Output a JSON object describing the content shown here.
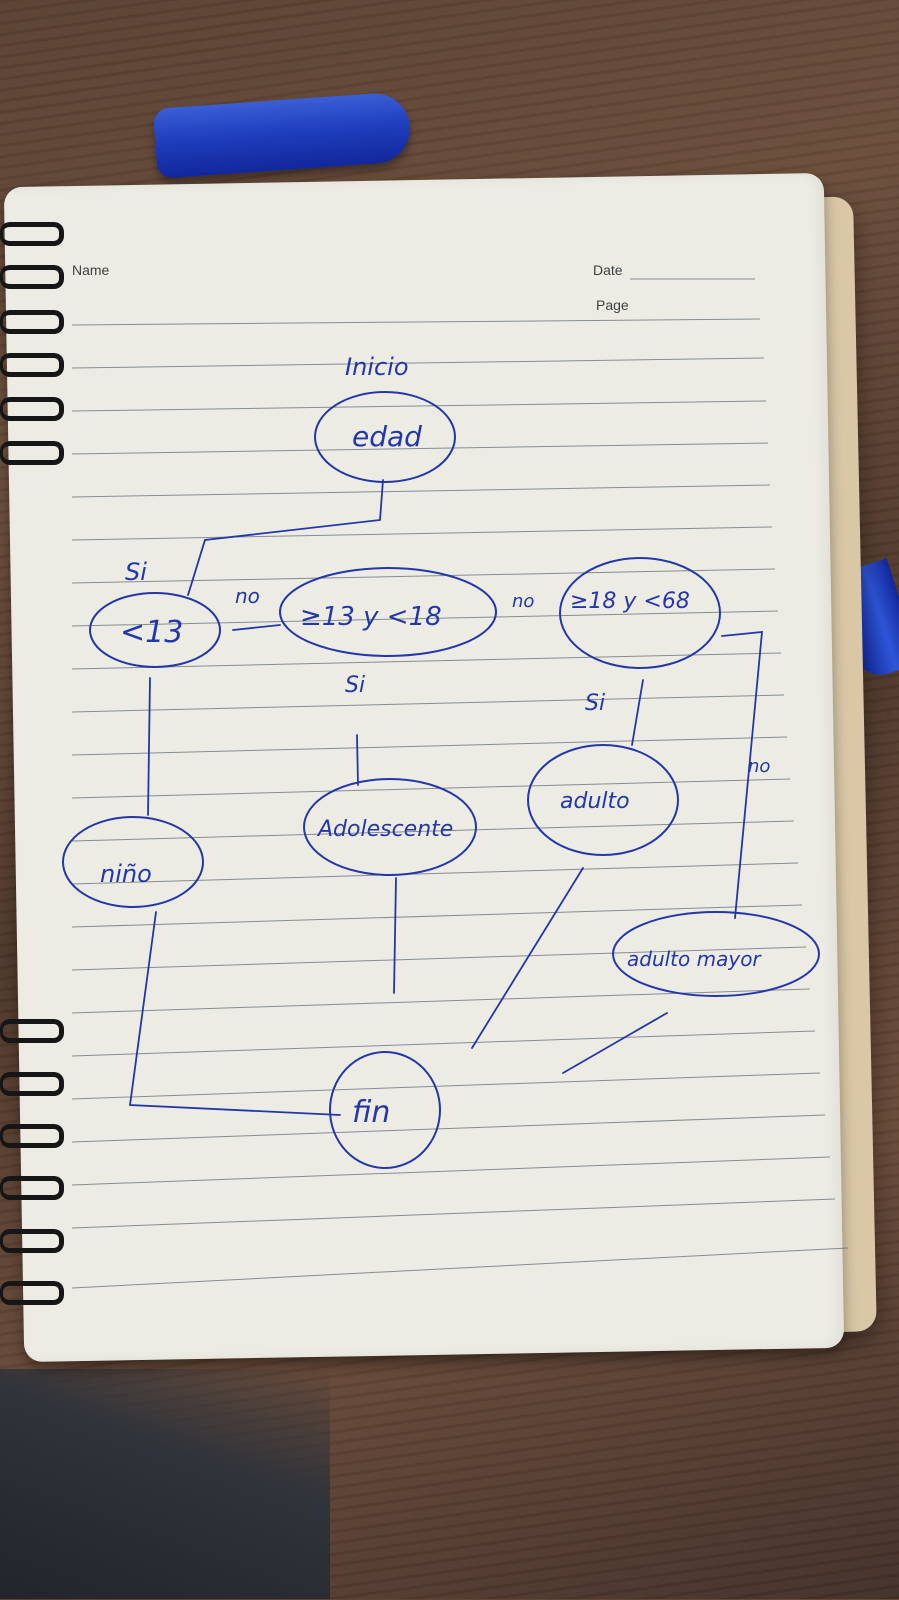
{
  "page_header": {
    "name_label": "Name",
    "date_label": "Date",
    "page_label": "Page"
  },
  "flowchart": {
    "start_label": "Inicio",
    "input_node": "edad",
    "branch_yes_1": "Si",
    "branch_no_1": "no",
    "condition_1": "<13",
    "condition_2": "≥13 y <18",
    "branch_yes_2": "Si",
    "branch_no_2": "no",
    "condition_3": "≥18 y <68",
    "branch_yes_3": "Si",
    "branch_no_3": "no",
    "result_child": "niño",
    "result_teen": "Adolescente",
    "result_adult": "adulto",
    "result_senior": "adulto mayor",
    "end_node": "fin"
  },
  "colors": {
    "ink": "#2337a8",
    "paper": "#ecece4",
    "pen": "#1f3fbf"
  }
}
